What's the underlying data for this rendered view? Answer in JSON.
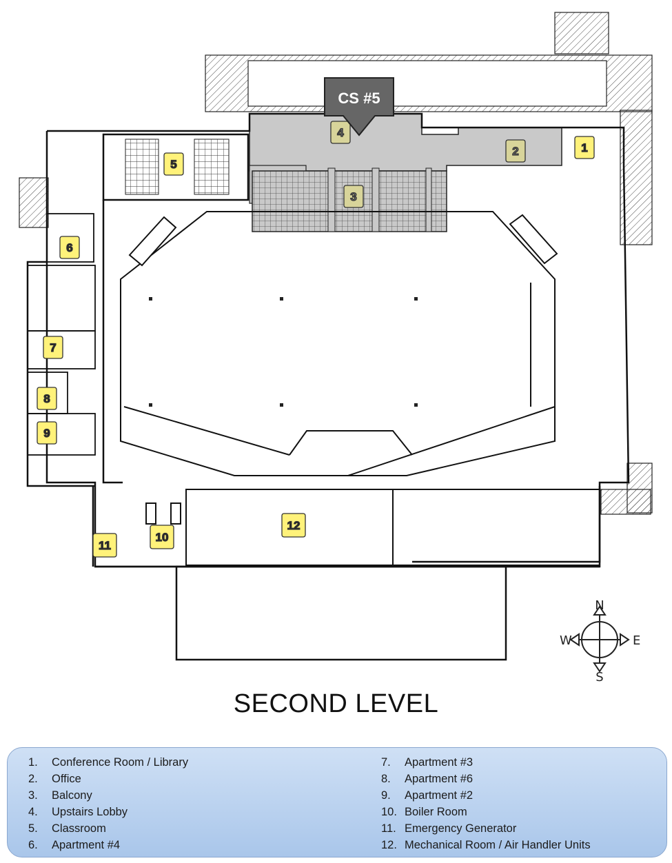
{
  "callout": {
    "label": "CS #5"
  },
  "rooms": [
    {
      "number": "1"
    },
    {
      "number": "2"
    },
    {
      "number": "3"
    },
    {
      "number": "4"
    },
    {
      "number": "5"
    },
    {
      "number": "6"
    },
    {
      "number": "7"
    },
    {
      "number": "8"
    },
    {
      "number": "9"
    },
    {
      "number": "10"
    },
    {
      "number": "11"
    },
    {
      "number": "12"
    }
  ],
  "compass": {
    "n": "N",
    "s": "S",
    "e": "E",
    "w": "W"
  },
  "title": "SECOND LEVEL",
  "legend": {
    "items": [
      {
        "num": "1.",
        "label": "Conference Room / Library"
      },
      {
        "num": "2.",
        "label": "Office"
      },
      {
        "num": "3.",
        "label": "Balcony"
      },
      {
        "num": "4.",
        "label": "Upstairs Lobby"
      },
      {
        "num": "5.",
        "label": "Classroom"
      },
      {
        "num": "6.",
        "label": "Apartment #4"
      },
      {
        "num": "7.",
        "label": "Apartment #3"
      },
      {
        "num": "8.",
        "label": "Apartment #6"
      },
      {
        "num": "9.",
        "label": "Apartment #2"
      },
      {
        "num": "10.",
        "label": "Boiler Room"
      },
      {
        "num": "11.",
        "label": "Emergency Generator"
      },
      {
        "num": "12.",
        "label": "Mechanical Room / Air Handler Units"
      }
    ]
  },
  "colors": {
    "marker_fill": "#fff27a",
    "marker_faded": "#d8d49a",
    "shaded_area": "#c9c9c9",
    "callout_fill": "#666666",
    "legend_fill": "#b9d1ef"
  }
}
